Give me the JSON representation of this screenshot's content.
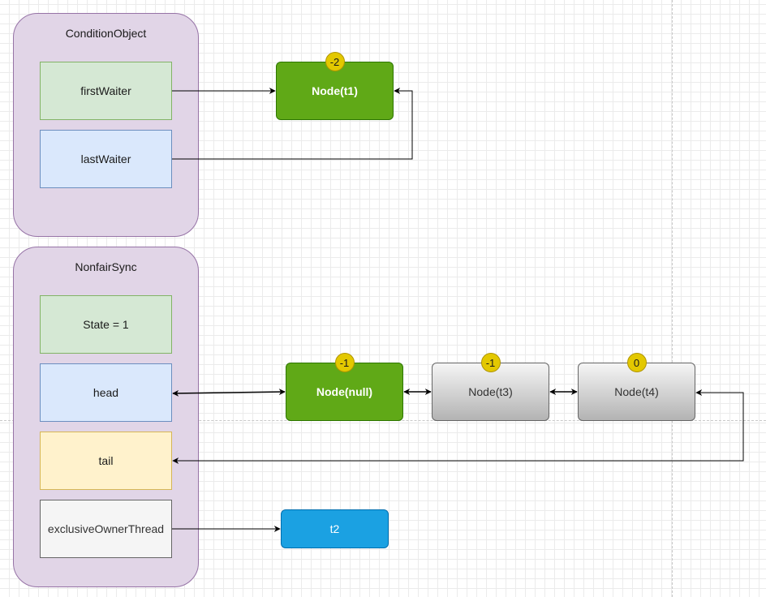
{
  "condition_object": {
    "title": "ConditionObject",
    "fields": {
      "first_waiter": "firstWaiter",
      "last_waiter": "lastWaiter"
    }
  },
  "nonfair_sync": {
    "title": "NonfairSync",
    "fields": {
      "state": "State = 1",
      "head": "head",
      "tail": "tail",
      "exclusive_owner_thread": "exclusiveOwnerThread"
    }
  },
  "nodes": {
    "t1": {
      "label": "Node(t1)",
      "badge": "-2"
    },
    "null": {
      "label": "Node(null)",
      "badge": "-1"
    },
    "t3": {
      "label": "Node(t3)",
      "badge": "-1"
    },
    "t4": {
      "label": "Node(t4)",
      "badge": "0"
    },
    "t2": {
      "label": "t2"
    }
  },
  "colors": {
    "group_fill": "#e1d5e7",
    "green_fill": "#d5e8d4",
    "blue_fill": "#dae8fc",
    "yellow_fill": "#fff2cc",
    "gray_fill": "#f5f5f5",
    "node_green": "#60a917",
    "node_blue": "#1ba1e2",
    "badge": "#e3c800"
  }
}
